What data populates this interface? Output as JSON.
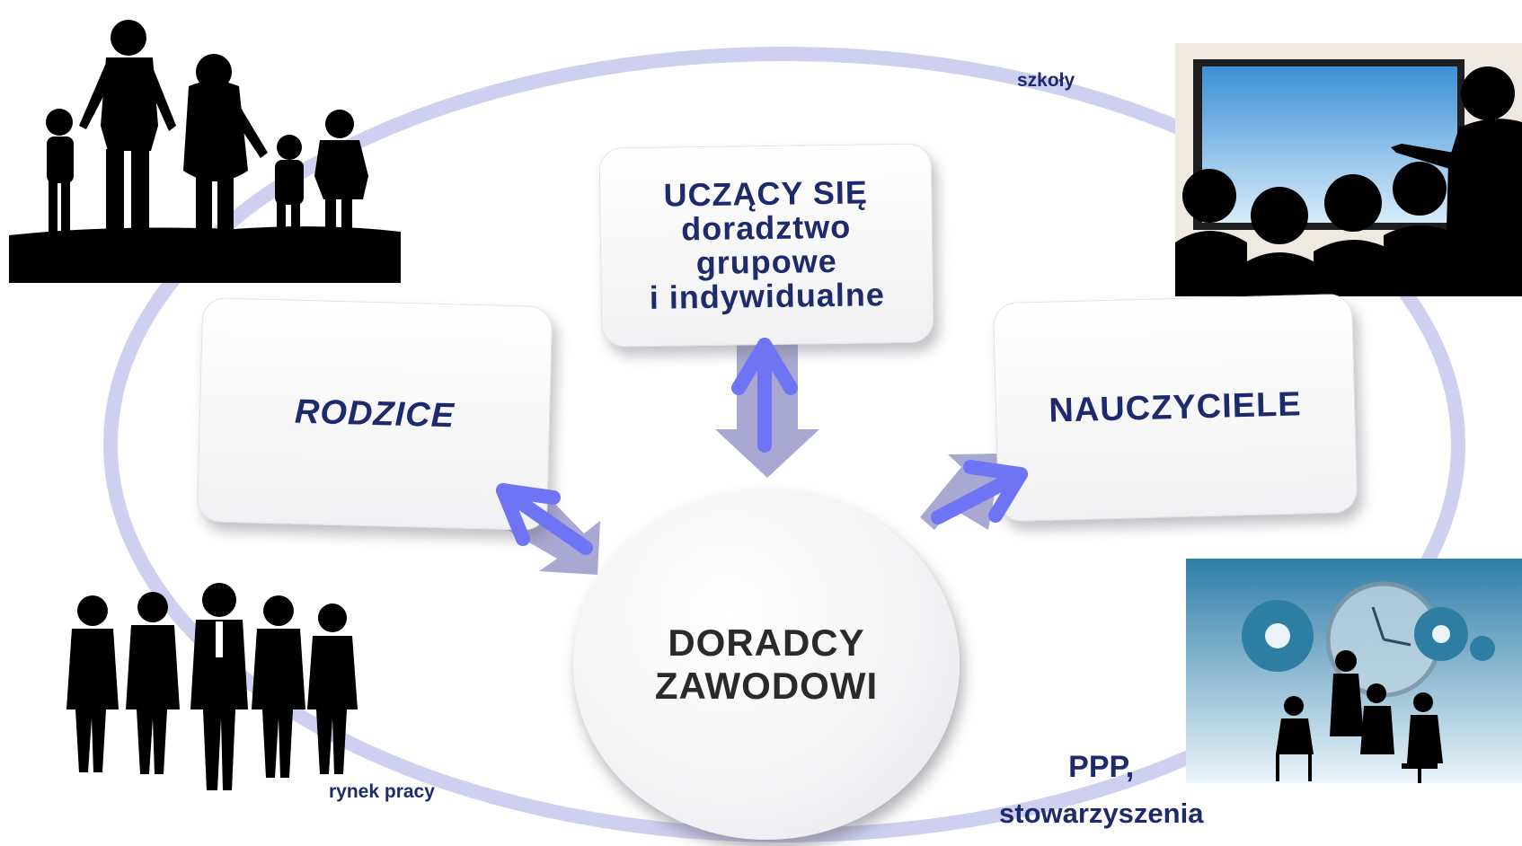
{
  "center": {
    "line1": "DORADCY",
    "line2": "ZAWODOWI"
  },
  "top_box": {
    "line1": "UCZĄCY SIĘ",
    "line2": "doradztwo",
    "line3": "grupowe",
    "line4": "i indywidualne"
  },
  "left_box": {
    "label": "RODZICE"
  },
  "right_box": {
    "label": "NAUCZYCIELE"
  },
  "outer_labels": {
    "schools": "szkoły",
    "labor_market": "rynek pracy",
    "ppp_line1": "PPP,",
    "ppp_line2": "stowarzyszenia"
  },
  "icons": [
    "family-silhouette-icon",
    "classroom-presentation-icon",
    "business-people-icon",
    "meeting-gears-clock-icon"
  ],
  "colors": {
    "ellipse": "#cfcff0",
    "text_navy": "#1d2a6b",
    "arrow_blue": "#6f74f4",
    "arrow_gray": "#a8a8d2"
  }
}
